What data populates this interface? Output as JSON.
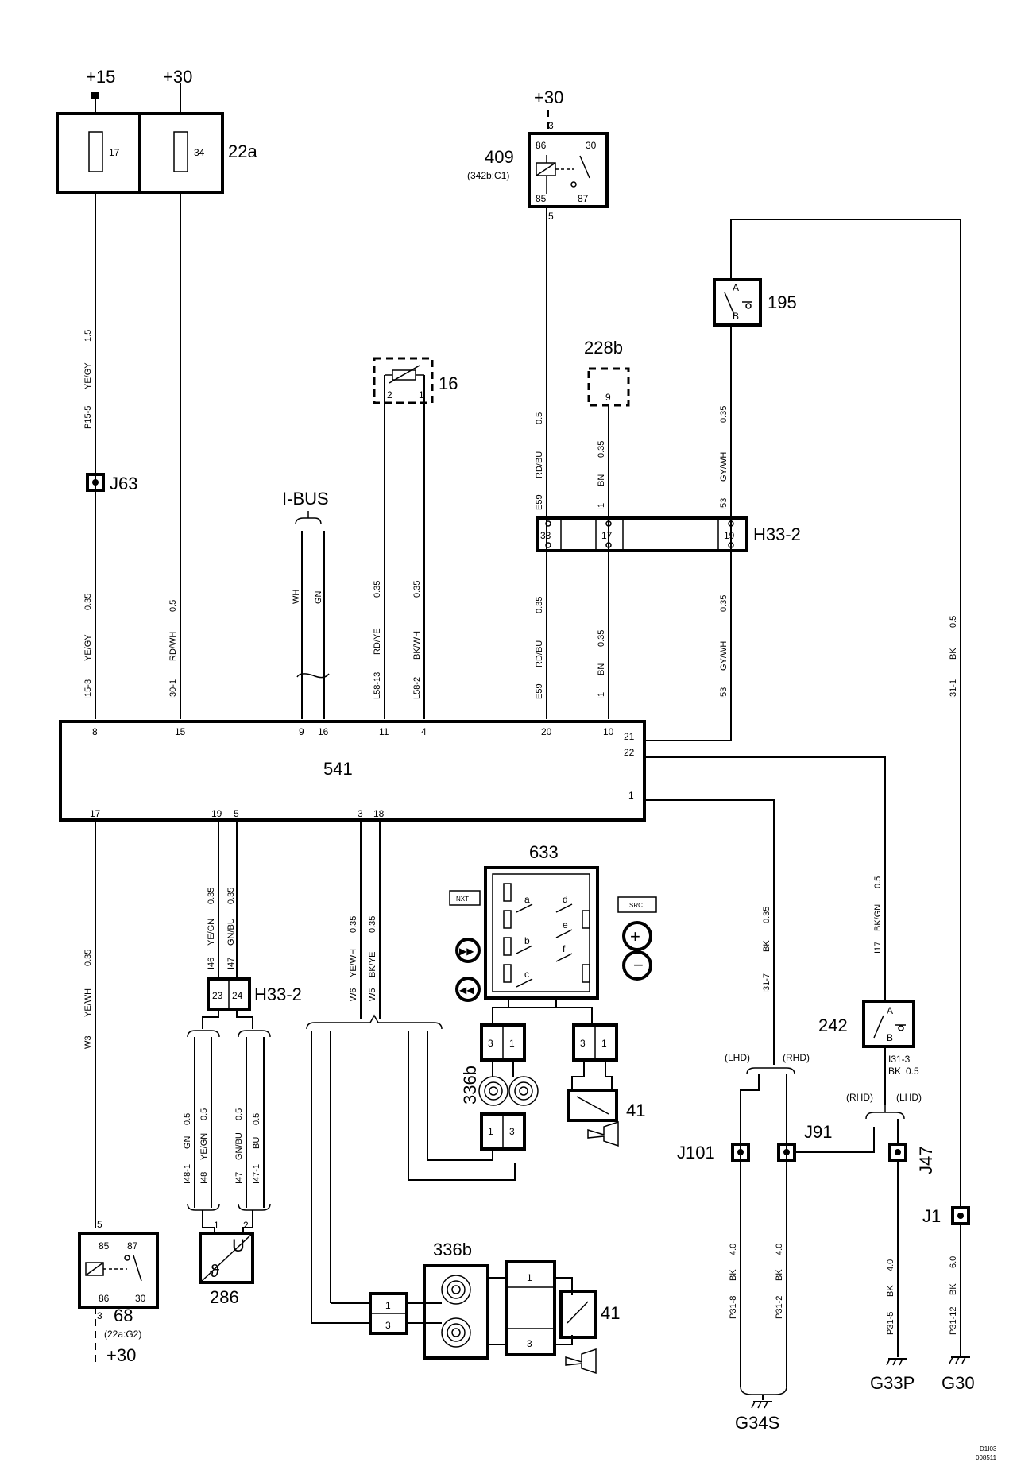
{
  "supply": {
    "p15": "+15",
    "p30_a": "+30",
    "p30_b": "+30",
    "p30_c": "+30"
  },
  "fusebox": {
    "name": "22a",
    "fuse_1": "17",
    "fuse_2": "34"
  },
  "relay_409": {
    "name": "409",
    "ref": "(342b:C1)",
    "pin_in": "3",
    "pin_out": "5",
    "p86": "86",
    "p30": "30",
    "p85": "85",
    "p87": "87"
  },
  "switch_195": {
    "name": "195",
    "a": "A",
    "b": "B"
  },
  "sensor_16": {
    "name": "16",
    "p2": "2",
    "p1": "1"
  },
  "comp_228b": {
    "name": "228b",
    "pin": "9"
  },
  "junctions": {
    "j63": "J63",
    "j1": "J1",
    "j101": "J101",
    "j91": "J91",
    "j47": "J47"
  },
  "ibus": {
    "label": "I-BUS"
  },
  "connector_top": {
    "name": "H33-2",
    "p33": "33",
    "p17": "17",
    "p19": "19"
  },
  "connector_bottom": {
    "name": "H33-2",
    "p23": "23",
    "p24": "24"
  },
  "ecu": {
    "name": "541",
    "top_pins": [
      "8",
      "15",
      "9",
      "16",
      "11",
      "4",
      "20",
      "10"
    ],
    "right_pins": [
      "21",
      "22",
      "1"
    ],
    "bottom_pins": [
      "17",
      "19",
      "5",
      "3",
      "18"
    ]
  },
  "wires": {
    "p15_5": "P15-5",
    "yegy_15": "YE/GY",
    "v15": "1.5",
    "i15_3": "I15-3",
    "yegy_035": "YE/GY",
    "v035_a": "0.35",
    "i30_1": "I30-1",
    "rdwh": "RD/WH",
    "v05_a": "0.5",
    "wh": "WH",
    "gn": "GN",
    "l58_13": "L58-13",
    "rdye": "RD/YE",
    "v035_b": "0.35",
    "l58_2": "L58-2",
    "bkwh": "BK/WH",
    "v035_c": "0.35",
    "e59_t": "E59",
    "rdbu_t": "RD/BU",
    "v05_b": "0.5",
    "i1_t": "I1",
    "bn_t": "BN",
    "v035_d": "0.35",
    "i53_t": "I53",
    "gywh_t": "GY/WH",
    "v035_e": "0.35",
    "e59_b": "E59",
    "rdbu_b": "RD/BU",
    "v035_f": "0.35",
    "i1_b": "I1",
    "bn_b": "BN",
    "v035_g": "0.35",
    "i53_b": "I53",
    "gywh_b": "GY/WH",
    "v035_h": "0.35",
    "i31_1": "I31-1",
    "bk_1": "BK",
    "v05_c": "0.5",
    "w3": "W3",
    "yewh_1": "YE/WH",
    "v035_i": "0.35",
    "i46": "I46",
    "yegn_1": "YE/GN",
    "v035_j": "0.35",
    "i47": "I47",
    "gnbu_1": "GN/BU",
    "v035_k": "0.35",
    "w6": "W6",
    "yewh_2": "YE/WH",
    "v035_l": "0.35",
    "w5": "W5",
    "bkye": "BK/YE",
    "v035_m": "0.35",
    "i48_1": "I48-1",
    "gn_2": "GN",
    "v05_d": "0.5",
    "i48": "I48",
    "yegn_2": "YE/GN",
    "v05_e": "0.5",
    "i47_b": "I47",
    "gnbu_2": "GN/BU",
    "v05_f": "0.5",
    "i47_1": "I47-1",
    "bu": "BU",
    "v05_g": "0.5",
    "i31_7": "I31-7",
    "bk_2": "BK",
    "v035_n": "0.35",
    "i17": "I17",
    "bkgn": "BK/GN",
    "v05_h": "0.5",
    "i31_3": "I31-3",
    "bk_3": "BK",
    "v05_i": "0.5",
    "p31_8": "P31-8",
    "bk_4": "BK",
    "v40_a": "4.0",
    "p31_2": "P31-2",
    "bk_5": "BK",
    "v40_b": "4.0",
    "p31_5": "P31-5",
    "bk_6": "BK",
    "v40_c": "4.0",
    "p31_12": "P31-12",
    "bk_7": "BK",
    "v60": "6.0"
  },
  "comp_633": {
    "name": "633",
    "nxt": "NXT",
    "src": "SRC",
    "a": "a",
    "b": "b",
    "c": "c",
    "d": "d",
    "e": "e",
    "f": "f"
  },
  "comp_336b_top": {
    "name": "336b",
    "pin3a": "3",
    "pin1a": "1",
    "pin3b": "3",
    "pin1b": "1",
    "pin1c": "1",
    "pin3c": "3"
  },
  "comp_41_top": {
    "name": "41"
  },
  "comp_336b_bottom": {
    "name": "336b",
    "pin1a": "1",
    "pin3a": "3",
    "pin1b": "1",
    "pin3b": "3"
  },
  "comp_41_bottom": {
    "name": "41"
  },
  "switch_242": {
    "name": "242",
    "a": "A",
    "b": "B"
  },
  "drive_side": {
    "lhd_1": "(LHD)",
    "rhd_1": "(RHD)",
    "rhd_2": "(RHD)",
    "lhd_2": "(LHD)"
  },
  "relay_68": {
    "name": "68",
    "ref": "(22a:G2)",
    "pin_top": "5",
    "pin_bottom": "3",
    "p85": "85",
    "p87": "87",
    "p86": "86",
    "p30": "30"
  },
  "sensor_286": {
    "name": "286",
    "p1": "1",
    "p2": "2",
    "u": "U",
    "theta": "ϑ"
  },
  "grounds": {
    "g34s": "G34S",
    "g33p": "G33P",
    "g30": "G30"
  },
  "footer": {
    "code_1": "D1I03",
    "code_2": "008511"
  }
}
